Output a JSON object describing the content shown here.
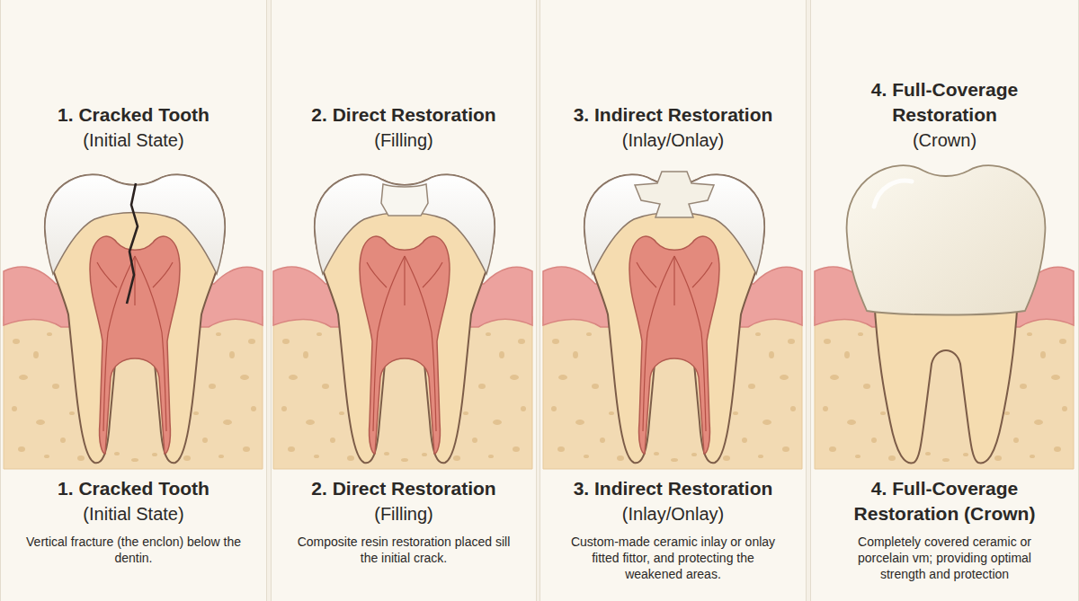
{
  "diagram": {
    "nodes": [
      {
        "text": [
          "1. Cracked Tooth",
          "(Initial State)",
          "1. Cracked Tooth",
          "(Initial State)",
          "Vertical fracture (the enclon) below the dentin."
        ]
      },
      {
        "text": [
          "2. Direct Restoration",
          "(Filling)",
          "2. Direct Restoration",
          "(Filling)",
          "Composite resin restoration placed sill the initial crack."
        ]
      },
      {
        "text": [
          "3. Indirect Restoration",
          "(Inlay/Onlay)",
          "3. Indirect Restoration",
          "(Inlay/Onlay)",
          "Custom-made ceramic inlay or onlay fitted fittor, and protecting the weakened areas."
        ]
      },
      {
        "text": [
          "4. Full-Coverage Restoration",
          "(Crown)",
          "4. Full-Coverage Restoration (Crown)",
          "Completely covered ceramic or porcelain vm; providing optimal strength and protection"
        ]
      }
    ]
  }
}
